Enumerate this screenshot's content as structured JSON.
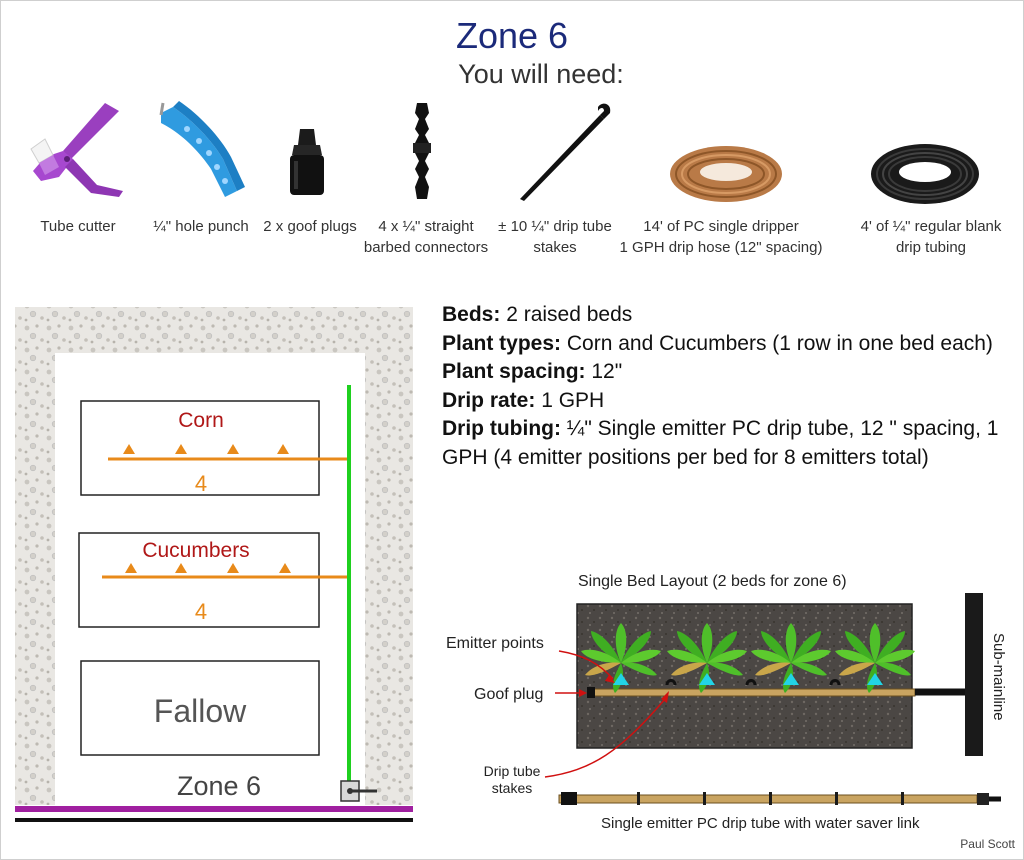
{
  "header": {
    "title": "Zone 6",
    "subtitle": "You will need:"
  },
  "tools": [
    {
      "icon": "tube-cutter-icon",
      "line1": "Tube cutter",
      "line2": ""
    },
    {
      "icon": "hole-punch-icon",
      "line1": "¼\" hole punch",
      "line2": ""
    },
    {
      "icon": "goof-plug-icon",
      "line1": "2 x goof plugs",
      "line2": ""
    },
    {
      "icon": "barbed-connector-icon",
      "line1": "4 x ¼\" straight",
      "line2": "barbed connectors"
    },
    {
      "icon": "drip-tube-stake-icon",
      "line1": "± 10 ¼\" drip tube",
      "line2": "stakes"
    },
    {
      "icon": "drip-hose-coil-icon",
      "line1": "14' of PC single dripper",
      "line2": "1 GPH drip hose (12\" spacing)"
    },
    {
      "icon": "blank-tubing-coil-icon",
      "line1": "4' of ¼\" regular blank",
      "line2": "drip tubing"
    }
  ],
  "details": {
    "beds_label": "Beds:",
    "beds_value": " 2 raised beds",
    "plants_label": "Plant types:",
    "plants_value": " Corn and Cucumbers (1 row in one bed each)",
    "spacing_label": "Plant spacing:",
    "spacing_value": " 12\"",
    "rate_label": "Drip rate:",
    "rate_value": " 1 GPH",
    "tubing_label": "Drip tubing:",
    "tubing_value": " ¼\" Single emitter PC drip tube, 12 \" spacing, 1 GPH (4 emitter positions per bed for 8 emitters total)"
  },
  "map": {
    "zone_label": "Zone 6",
    "beds": [
      {
        "name": "Corn",
        "count": "4",
        "emitters": 4
      },
      {
        "name": "Cucumbers",
        "count": "4",
        "emitters": 4
      },
      {
        "name": "Fallow"
      }
    ],
    "colors": {
      "mainline": "#1fd01f",
      "crop_label": "#b01818",
      "drip_line": "#e88a1a",
      "fallow_label": "#555555",
      "supply_line": "#a020a0"
    }
  },
  "bed_layout": {
    "title": "Single Bed Layout (2 beds for zone 6)",
    "emitter_points": "Emitter points",
    "goof_plug": "Goof plug",
    "stakes": "Drip tube stakes",
    "stakes_line1": "Drip tube",
    "stakes_line2": "stakes",
    "sub_mainline": "Sub-mainline",
    "tube_caption": "Single emitter PC drip tube with water saver link",
    "plants": 4
  },
  "credit": "Paul Scott"
}
